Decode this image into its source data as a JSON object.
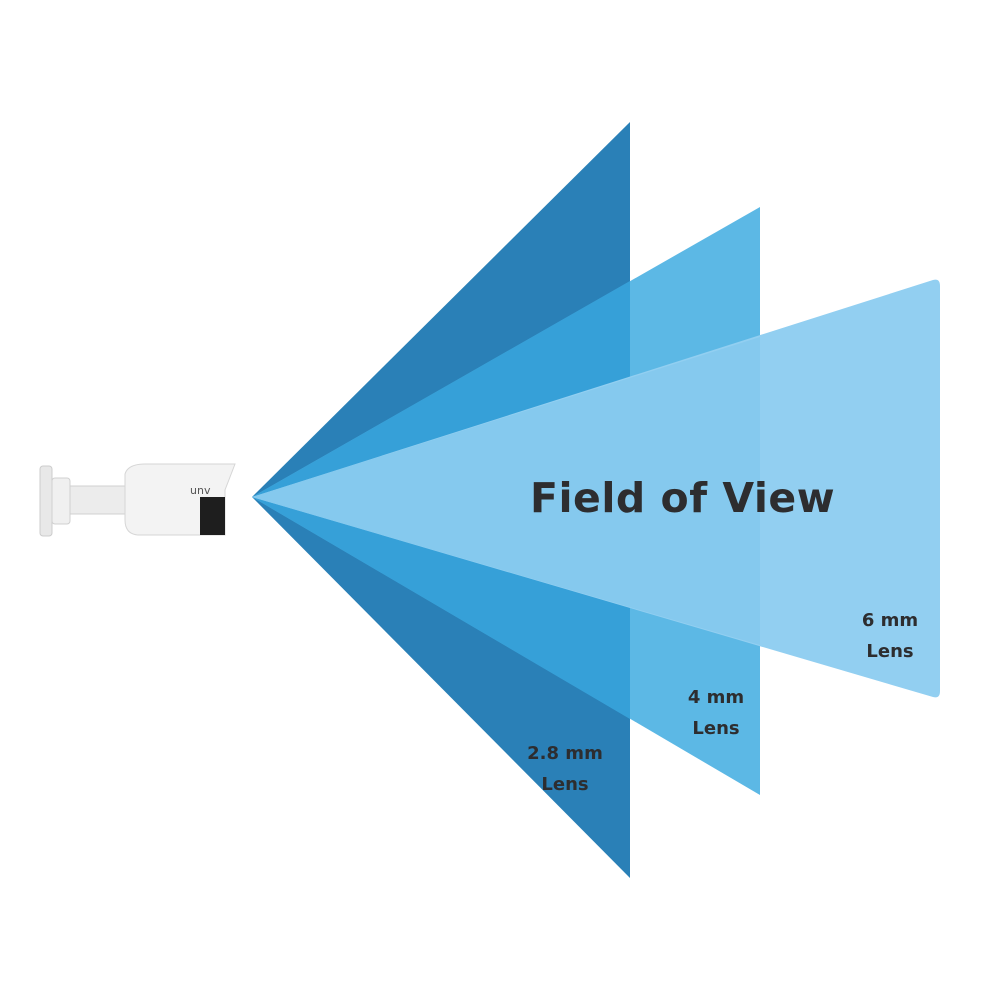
{
  "title": "Field of View",
  "lenses": [
    {
      "size": "2.8 mm",
      "label": "Lens",
      "color": "#2a80b7"
    },
    {
      "size": "4 mm",
      "label": "Lens",
      "color": "#5cb8e5"
    },
    {
      "size": "6 mm",
      "label": "Lens",
      "color": "#92cff1"
    }
  ],
  "camera": {
    "brand": "unv"
  }
}
